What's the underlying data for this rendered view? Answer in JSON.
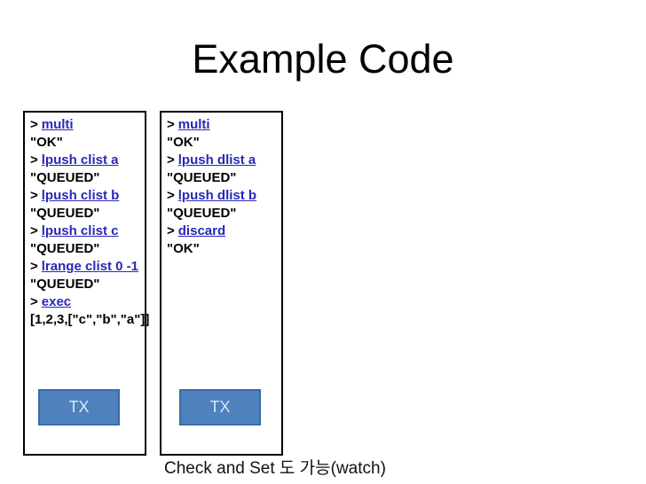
{
  "title": "Example Code",
  "caption": "Check and Set 도 가능(watch)",
  "colors": {
    "link_blue": "#2828b8",
    "button_fill": "#4f81bd",
    "button_border": "#3b6ba5",
    "button_text": "#dce6f2",
    "box_border": "#000000",
    "background": "#ffffff"
  },
  "left_terminal": {
    "button_label": "TX",
    "lines": [
      {
        "prompt": ">",
        "command": "multi"
      },
      {
        "response": "\"OK\""
      },
      {
        "prompt": ">",
        "command": "lpush clist a"
      },
      {
        "response": "\"QUEUED\""
      },
      {
        "prompt": ">",
        "command": "lpush clist b"
      },
      {
        "response": "\"QUEUED\""
      },
      {
        "prompt": ">",
        "command": "lpush clist c"
      },
      {
        "response": "\"QUEUED\""
      },
      {
        "prompt": ">",
        "command": "lrange clist 0 -1"
      },
      {
        "response": "\"QUEUED\""
      },
      {
        "prompt": ">",
        "command": "exec"
      },
      {
        "response": "[1,2,3,[\"c\",\"b\",\"a\"]]"
      }
    ]
  },
  "right_terminal": {
    "button_label": "TX",
    "lines": [
      {
        "prompt": ">",
        "command": "multi"
      },
      {
        "response": "\"OK\""
      },
      {
        "prompt": ">",
        "command": "lpush dlist a"
      },
      {
        "response": "\"QUEUED\""
      },
      {
        "prompt": ">",
        "command": "lpush dlist b"
      },
      {
        "response": "\"QUEUED\""
      },
      {
        "prompt": ">",
        "command": "discard"
      },
      {
        "response": "\"OK\""
      }
    ]
  }
}
